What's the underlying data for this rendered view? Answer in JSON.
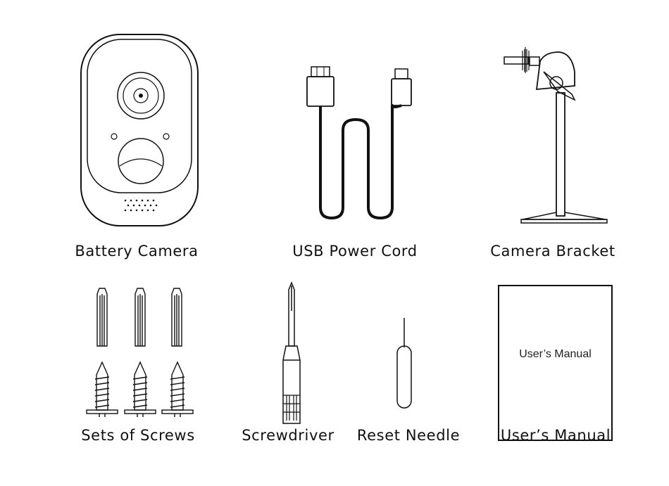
{
  "items": {
    "battery_camera": "Battery Camera",
    "usb_power_cord": "USB Power Cord",
    "camera_bracket": "Camera Bracket",
    "sets_of_screws": "Sets of Screws",
    "screwdriver": "Screwdriver",
    "reset_needle": "Reset Needle",
    "users_manual": "User’s Manual"
  },
  "manual_cover_text": "User’s Manual",
  "colors": {
    "line": "#111111",
    "background": "#ffffff"
  }
}
